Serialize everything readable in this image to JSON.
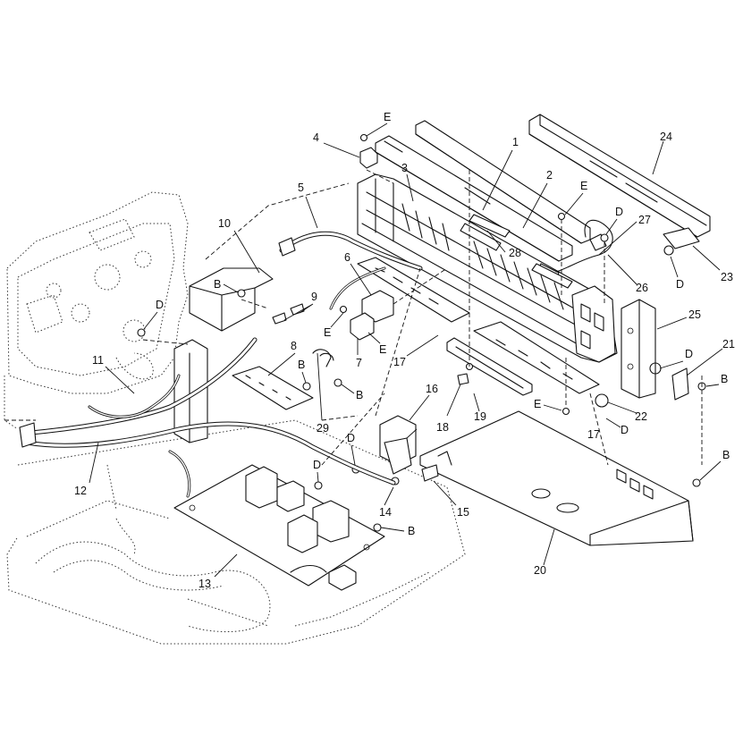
{
  "labels": {
    "n1": "1",
    "n2": "2",
    "n3": "3",
    "n4": "4",
    "n5": "5",
    "n6": "6",
    "n7": "7",
    "n8": "8",
    "n9": "9",
    "n10": "10",
    "n11": "11",
    "n12": "12",
    "n13": "13",
    "n14": "14",
    "n15": "15",
    "n16": "16",
    "n17": "17",
    "n18": "18",
    "n19": "19",
    "n20": "20",
    "n21": "21",
    "n22": "22",
    "n23": "23",
    "n24": "24",
    "n25": "25",
    "n26": "26",
    "n27": "27",
    "n28": "28",
    "n29": "29",
    "B": "B",
    "D": "D",
    "E": "E"
  },
  "colors": {
    "ink": "#111111",
    "paper": "#ffffff"
  }
}
